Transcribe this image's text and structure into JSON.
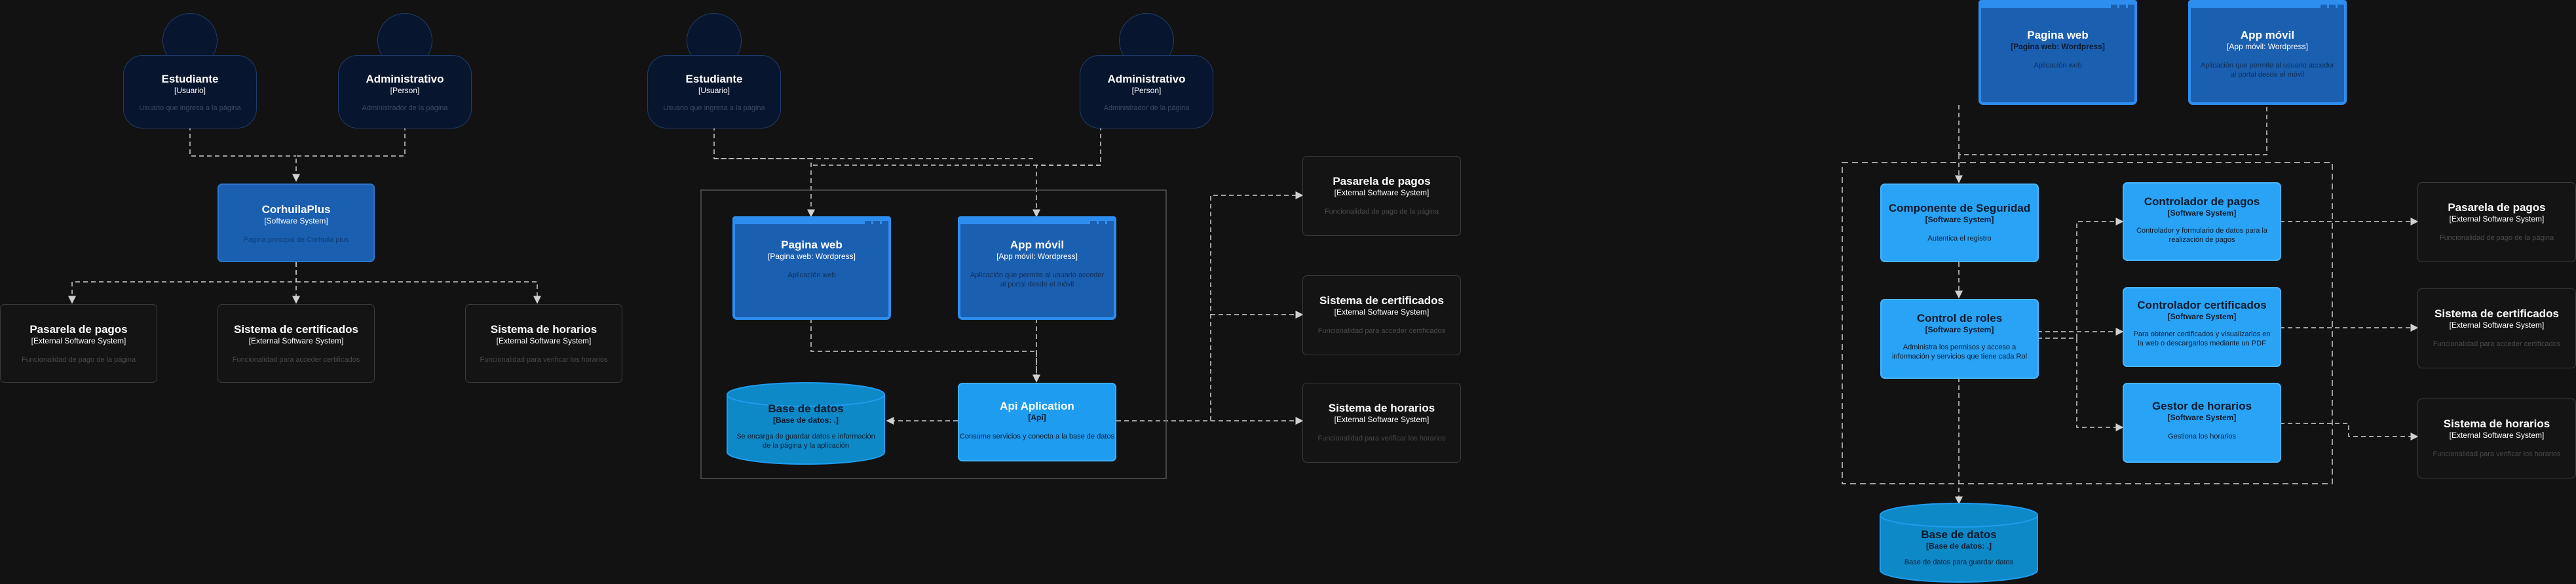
{
  "colors": {
    "background": "#121212",
    "person": "#08152e",
    "system": "#1b5fb1",
    "container": "#29a3f5",
    "external": "#141414"
  },
  "context": {
    "estudiante": {
      "name": "Estudiante",
      "tag": "[Usuario]",
      "desc": "Usuario que ingresa a la página"
    },
    "administrativo": {
      "name": "Administrativo",
      "tag": "[Person]",
      "desc": "Administrador de la página"
    },
    "system": {
      "name": "CorhuilaPlus",
      "tag": "[Software System]",
      "desc": "Pagina principal de Corhuila plus"
    },
    "pagos": {
      "name": "Pasarela de pagos",
      "tag": "[External Software System]",
      "desc": "Funcionalidad de pago de la página"
    },
    "certificados": {
      "name": "Sistema de certificados",
      "tag": "[External Software System]",
      "desc": "Funcionalidad para acceder certificados"
    },
    "horarios": {
      "name": "Sistema de horarios",
      "tag": "[External Software System]",
      "desc": "Funcionalidad para verificar los horarios"
    }
  },
  "containers": {
    "estudiante": {
      "name": "Estudiante",
      "tag": "[Usuario]",
      "desc": "Usuario que ingresa a la página"
    },
    "administrativo": {
      "name": "Administrativo",
      "tag": "[Person]",
      "desc": "Administrador de la página"
    },
    "web": {
      "name": "Pagina web",
      "tag": "[Pagina web: Wordpress]",
      "desc": "Aplicación web"
    },
    "app": {
      "name": "App móvil",
      "tag": "[App móvil: Wordpress]",
      "desc": "Aplicación que permite al usuario acceder al portal desde el móvil"
    },
    "db": {
      "name": "Base de datos",
      "tag": "[Base de datos: .]",
      "desc": "Se encarga de guardar datos e información de la página y la aplicación"
    },
    "api": {
      "name": "Api Aplication",
      "tag": "[Api]",
      "desc": "Consume servicios y conecta a la base de datos"
    },
    "pagos": {
      "name": "Pasarela de pagos",
      "tag": "[External Software System]",
      "desc": "Funcionalidad de pago de la página"
    },
    "certificados": {
      "name": "Sistema de certificados",
      "tag": "[External Software System]",
      "desc": "Funcionalidad para acceder certificados"
    },
    "horarios": {
      "name": "Sistema de horarios",
      "tag": "[External Software System]",
      "desc": "Funcionalidad para verificar los horarios"
    }
  },
  "components": {
    "web": {
      "name": "Pagina web",
      "tag": "[Pagina web: Wordpress]",
      "desc": "Aplicación web"
    },
    "app": {
      "name": "App móvil",
      "tag": "[App móvil: Wordpress]",
      "desc": "Aplicación que permite al usuario acceder al portal desde el móvil"
    },
    "seguridad": {
      "name": "Componente de Seguridad",
      "tag": "[Software System]",
      "desc": "Autentica el registro"
    },
    "roles": {
      "name": "Control de roles",
      "tag": "[Software System]",
      "desc": "Administra los permisos y acceso a información y servicios que tiene cada Rol"
    },
    "ctrl_pagos": {
      "name": "Controlador de pagos",
      "tag": "[Software System]",
      "desc": "Controlador y formulario de datos para la realización de pagos"
    },
    "ctrl_cert": {
      "name": "Controlador certificados",
      "tag": "[Software System]",
      "desc": "Para obtener certificados y visualizarlos en la web o descargarlos mediante un PDF"
    },
    "gestor": {
      "name": "Gestor de horarios",
      "tag": "[Software System]",
      "desc": "Gestiona los horarios"
    },
    "db": {
      "name": "Base de datos",
      "tag": "[Base de datos: .]",
      "desc": "Base de datos para guardar datos"
    },
    "pagos": {
      "name": "Pasarela de pagos",
      "tag": "[External Software System]",
      "desc": "Funcionalidad de pago de la página"
    },
    "certificados": {
      "name": "Sistema de certificados",
      "tag": "[External Software System]",
      "desc": "Funcionalidad para acceder certificados"
    },
    "horarios": {
      "name": "Sistema de horarios",
      "tag": "[External Software System]",
      "desc": "Funcionalidad para verificar los horarios"
    }
  }
}
